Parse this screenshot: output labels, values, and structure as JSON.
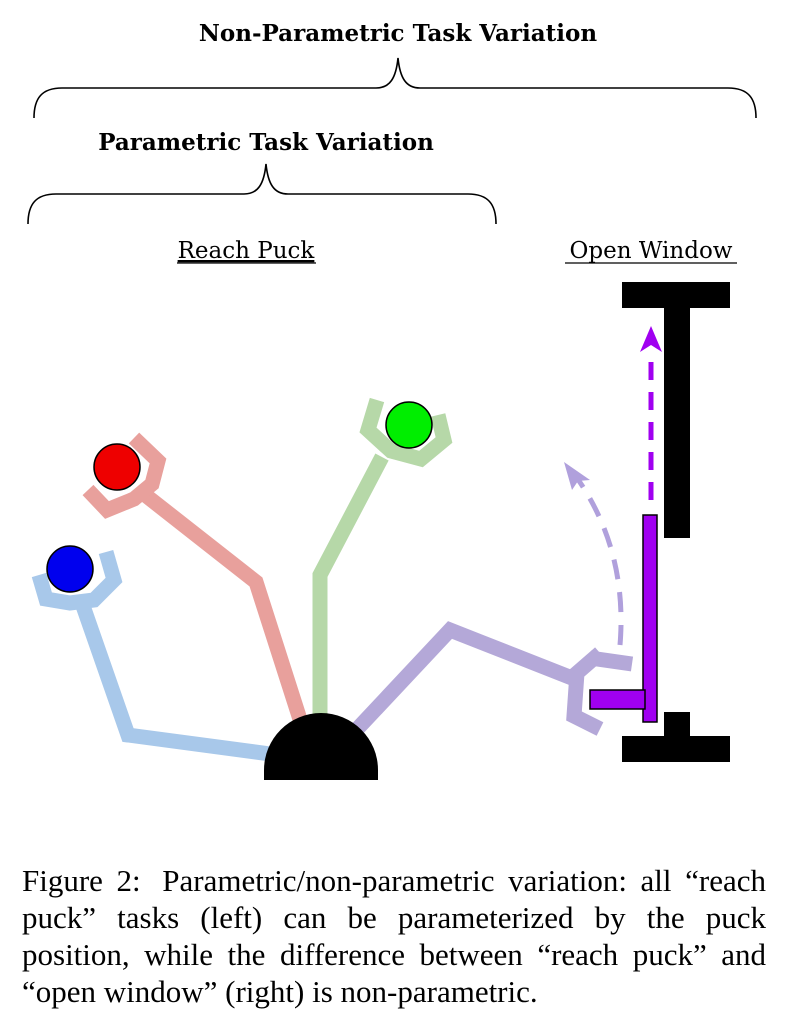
{
  "labels": {
    "non_parametric": "Non-Parametric Task Variation",
    "parametric": "Parametric Task Variation",
    "reach_puck": "Reach Puck",
    "open_window": "Open Window"
  },
  "caption": {
    "label": "Figure 2:",
    "text": "Parametric/non-parametric variation: all “reach puck” tasks (left) can be parameterized by the puck position, while the difference between “reach puck” and “open window” (right) is non-parametric."
  },
  "colors": {
    "blue_arm": "#a8c8ea",
    "red_arm": "#e8a09c",
    "green_arm": "#b6d8a8",
    "purple_arm": "#b4a8d8",
    "blue_puck": "#0000ee",
    "red_puck": "#ee0000",
    "green_puck": "#00ee00",
    "window_purple": "#a000f0",
    "dashed_arrow_light": "#b0a0dc",
    "base": "#000000"
  }
}
